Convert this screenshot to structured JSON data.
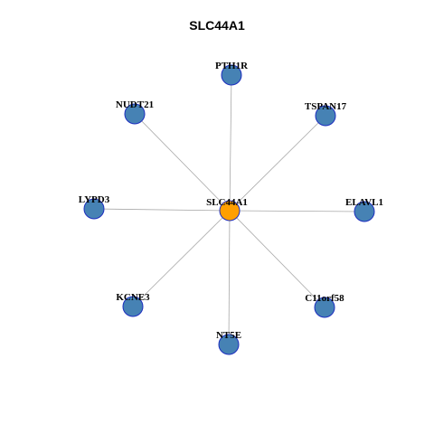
{
  "title": "SLC44A1",
  "colors": {
    "hub_fill": "#ff9f00",
    "leaf_fill": "#4682b4",
    "node_border": "#1c2dbf",
    "edge": "#a8a8a8"
  },
  "graph": {
    "hub": "SLC44A1",
    "neighbors": [
      "PTH1R",
      "TSPAN17",
      "ELAVL1",
      "C11orf58",
      "NT5E",
      "KCNE3",
      "LYPD3",
      "NUDT21"
    ]
  }
}
